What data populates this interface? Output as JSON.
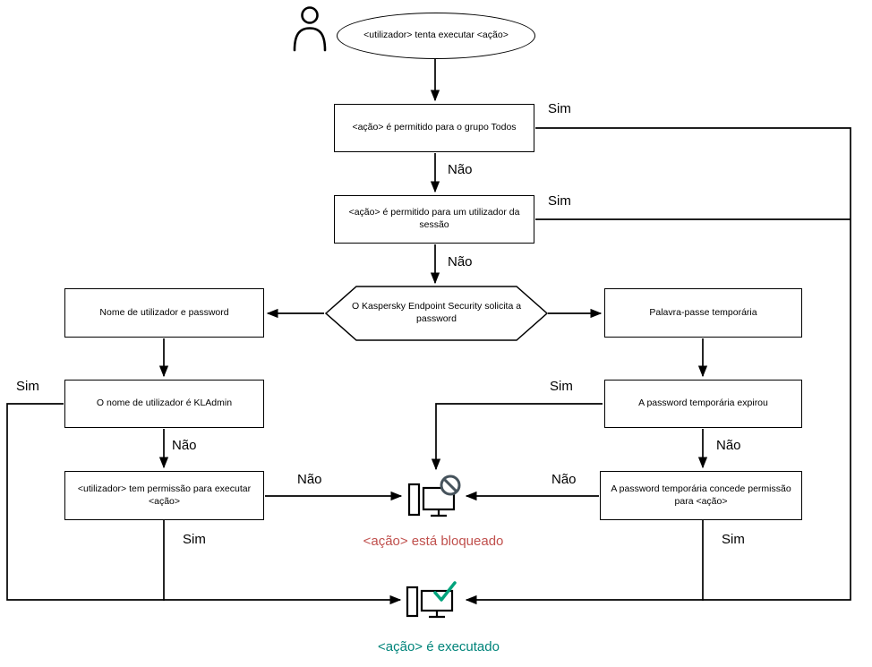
{
  "diagram": {
    "nodes": {
      "start": "<utilizador> tenta executar <ação>",
      "allowed_everyone": "<ação> é permitido para o grupo Todos",
      "allowed_session_user": "<ação> é permitido para um utilizador da sessão",
      "kes_prompts_password": "O Kaspersky Endpoint Security solicita a password",
      "username_password": "Nome de utilizador e password",
      "temporary_password": "Palavra-passe temporária",
      "username_is_kladmin": "O nome de utilizador é KLAdmin",
      "temp_password_expired": "A password temporária expirou",
      "user_has_permission": "<utilizador> tem permissão para executar <ação>",
      "temp_password_grants": "A password temporária concede permissão para <ação>"
    },
    "outcomes": {
      "blocked": "<ação> está bloqueado",
      "executed": "<ação> é executado"
    },
    "labels": {
      "yes": "Sim",
      "no": "Não"
    },
    "icons": {
      "user": "person-outline",
      "blocked": "computer-prohibition",
      "executed": "computer-check",
      "prohibition_glyph": "⊘",
      "check_glyph": "✓"
    },
    "colors": {
      "line": "#000000",
      "blocked_text": "#c0504d",
      "executed_text": "#00847a",
      "prohibition_icon": "#46535c",
      "check_icon": "#00a37c"
    }
  }
}
